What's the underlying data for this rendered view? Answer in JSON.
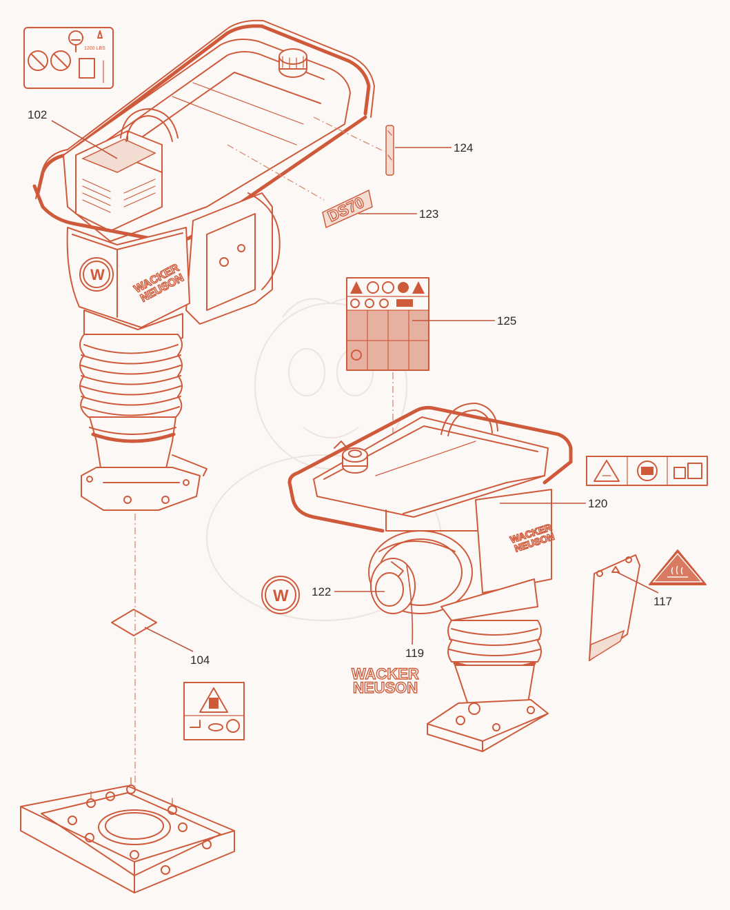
{
  "callouts": [
    {
      "id": "102",
      "label": "102"
    },
    {
      "id": "104",
      "label": "104"
    },
    {
      "id": "117",
      "label": "117"
    },
    {
      "id": "119",
      "label": "119"
    },
    {
      "id": "120",
      "label": "120"
    },
    {
      "id": "122",
      "label": "122"
    },
    {
      "id": "123",
      "label": "123"
    },
    {
      "id": "124",
      "label": "124"
    },
    {
      "id": "125",
      "label": "125"
    }
  ],
  "decals": {
    "model_badge": "DS70",
    "brand_line1": "WACKER",
    "brand_line2": "NEUSON",
    "lift_label_text": "1200 LBS",
    "circle_logo_letter": "W"
  },
  "colors": {
    "line": "#cf5a3b",
    "background": "#fbf8f5",
    "text": "#2e2a2a"
  }
}
